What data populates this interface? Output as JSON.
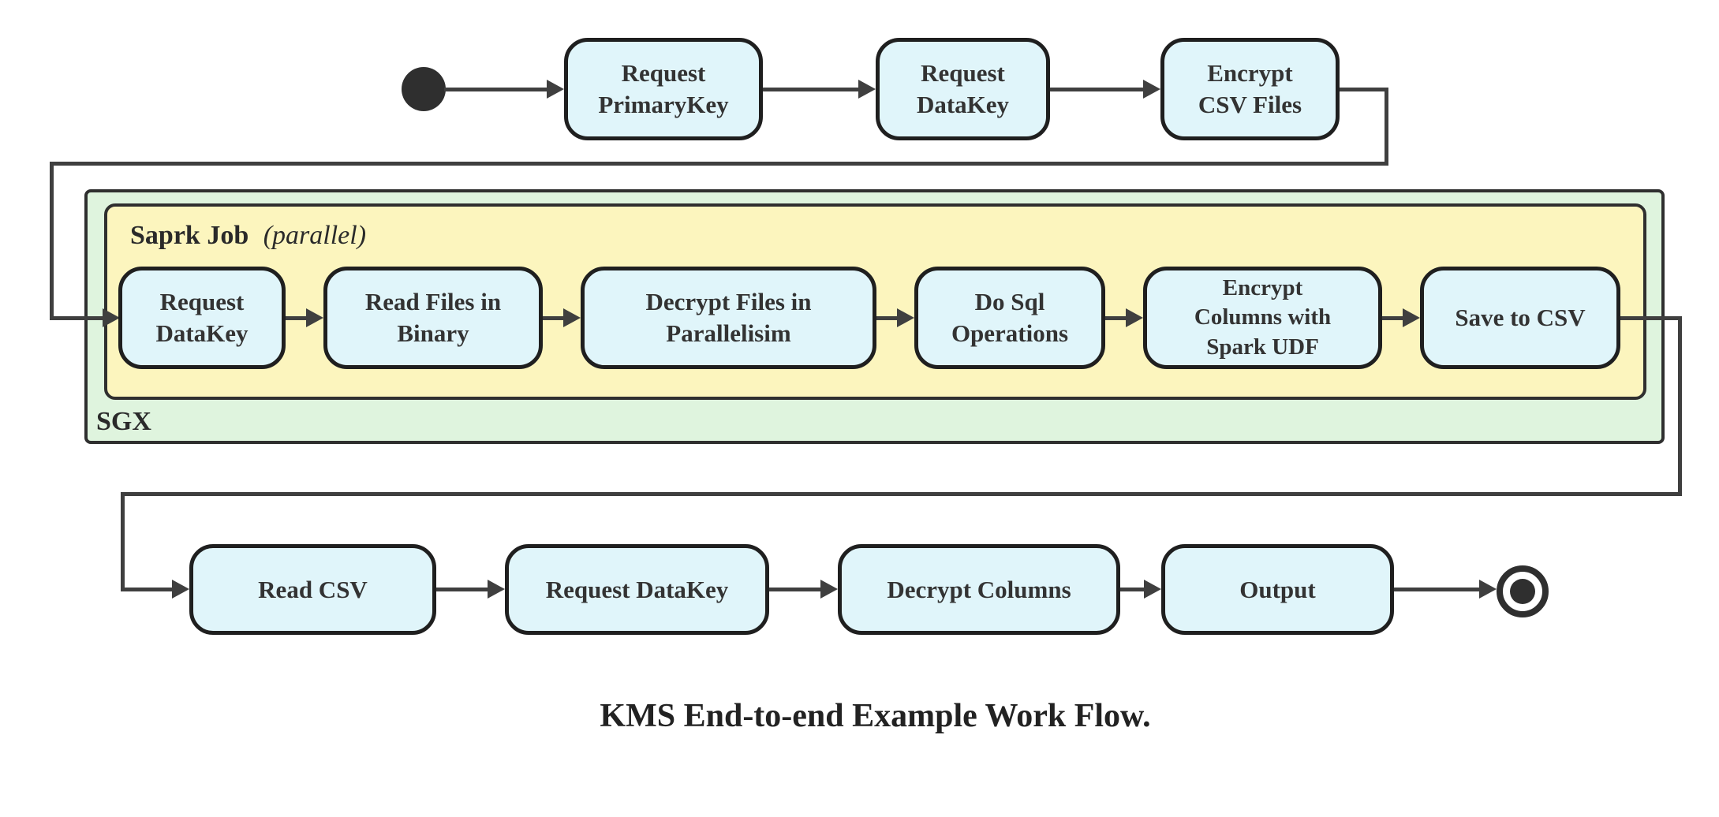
{
  "diagram": {
    "caption": "KMS End-to-end Example Work Flow.",
    "start_node": "start",
    "end_node": "end",
    "top_row": {
      "nodes": [
        {
          "label": "Request\nPrimaryKey"
        },
        {
          "label": "Request\nDataKey"
        },
        {
          "label": "Encrypt\nCSV Files"
        }
      ]
    },
    "sgx_container": {
      "label": "SGX",
      "spark_group": {
        "title": "Saprk Job",
        "modifier": "(parallel)",
        "nodes": [
          {
            "label": "Request\nDataKey"
          },
          {
            "label": "Read Files in\nBinary"
          },
          {
            "label": "Decrypt Files in\nParallelisim"
          },
          {
            "label": "Do Sql\nOperations"
          },
          {
            "label": "Encrypt\nColumns with\nSpark UDF"
          },
          {
            "label": "Save to CSV"
          }
        ]
      }
    },
    "bottom_row": {
      "nodes": [
        {
          "label": "Read CSV"
        },
        {
          "label": "Request DataKey"
        },
        {
          "label": "Decrypt Columns"
        },
        {
          "label": "Output"
        }
      ]
    },
    "colors": {
      "node_fill": "#E0F5FA",
      "node_border": "#1F1F1F",
      "sgx_fill": "#DFF4DE",
      "spark_fill": "#FCF5BE",
      "edge": "#3F3F3F"
    }
  }
}
